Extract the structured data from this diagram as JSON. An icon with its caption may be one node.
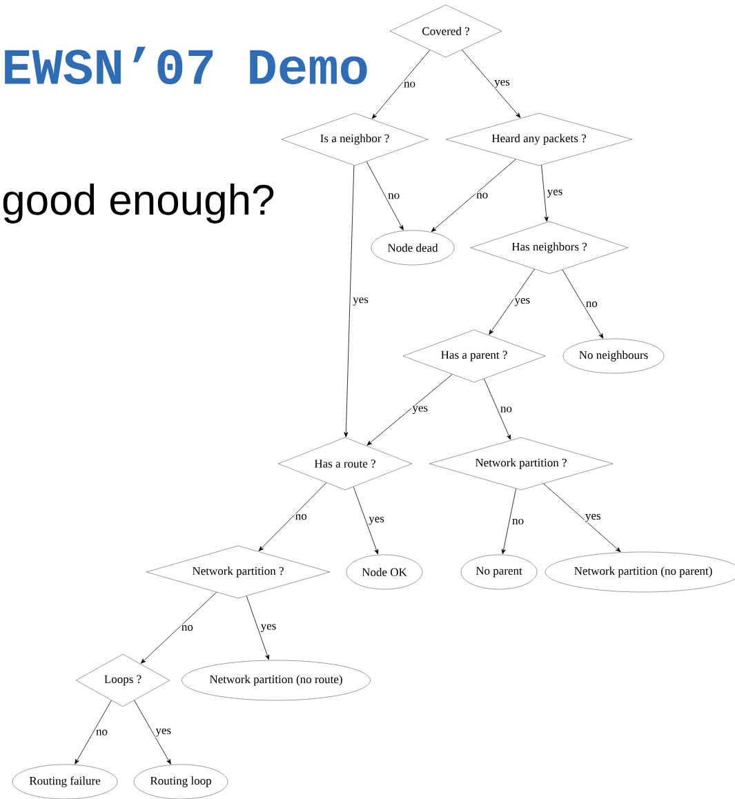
{
  "diagram": {
    "nodes": [
      {
        "text": [
          "Covered ?"
        ]
      },
      {
        "text": [
          "Is a neighbor ?"
        ]
      },
      {
        "text": [
          "Heard any packets ?"
        ]
      },
      {
        "text": [
          "Node dead"
        ]
      },
      {
        "text": [
          "Has neighbors ?"
        ]
      },
      {
        "text": [
          "Has a parent ?"
        ]
      },
      {
        "text": [
          "No neighbours"
        ]
      },
      {
        "text": [
          "Has a route ?"
        ]
      },
      {
        "text": [
          "Network partition ?"
        ]
      },
      {
        "text": [
          "Network partition ?"
        ]
      },
      {
        "text": [
          "Node OK"
        ]
      },
      {
        "text": [
          "No parent"
        ]
      },
      {
        "text": [
          "Network partition (no parent)"
        ]
      },
      {
        "text": [
          "Loops ?"
        ]
      },
      {
        "text": [
          "Network partition (no route)"
        ]
      },
      {
        "text": [
          "Routing failure"
        ]
      },
      {
        "text": [
          "Routing loop"
        ]
      }
    ],
    "edges": [
      {
        "from": 0,
        "to": 1,
        "arrow": "to",
        "label": "no"
      },
      {
        "from": 0,
        "to": 2,
        "arrow": "to",
        "label": "yes"
      },
      {
        "from": 1,
        "to": 3,
        "arrow": "to",
        "label": "no"
      },
      {
        "from": 1,
        "to": 7,
        "arrow": "to",
        "label": "yes"
      },
      {
        "from": 2,
        "to": 3,
        "arrow": "to",
        "label": "no"
      },
      {
        "from": 2,
        "to": 4,
        "arrow": "to",
        "label": "yes"
      },
      {
        "from": 4,
        "to": 5,
        "arrow": "to",
        "label": "yes"
      },
      {
        "from": 4,
        "to": 6,
        "arrow": "to",
        "label": "no"
      },
      {
        "from": 5,
        "to": 7,
        "arrow": "to",
        "label": "yes"
      },
      {
        "from": 5,
        "to": 8,
        "arrow": "to",
        "label": "no"
      },
      {
        "from": 7,
        "to": 9,
        "arrow": "to",
        "label": "no"
      },
      {
        "from": 7,
        "to": 10,
        "arrow": "to",
        "label": "yes"
      },
      {
        "from": 8,
        "to": 11,
        "arrow": "to",
        "label": "no"
      },
      {
        "from": 8,
        "to": 12,
        "arrow": "to",
        "label": "yes"
      },
      {
        "from": 9,
        "to": 13,
        "arrow": "to",
        "label": "no"
      },
      {
        "from": 9,
        "to": 14,
        "arrow": "to",
        "label": "yes"
      },
      {
        "from": 13,
        "to": 15,
        "arrow": "to",
        "label": "no"
      },
      {
        "from": 13,
        "to": 16,
        "arrow": "to",
        "label": "yes"
      }
    ],
    "labels": [
      "EWSN’07 Demo",
      "good enough?"
    ]
  }
}
